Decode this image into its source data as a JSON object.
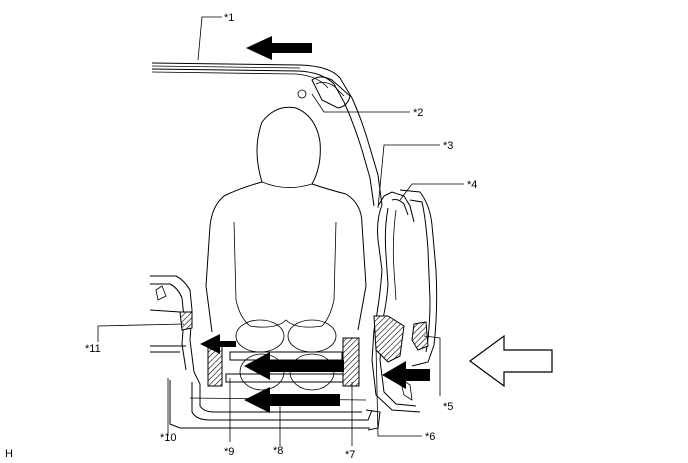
{
  "diagram": {
    "callouts": [
      {
        "id": "c1",
        "text": "*1"
      },
      {
        "id": "c2",
        "text": "*2"
      },
      {
        "id": "c3",
        "text": "*3"
      },
      {
        "id": "c4",
        "text": "*4"
      },
      {
        "id": "c5",
        "text": "*5"
      },
      {
        "id": "c6",
        "text": "*6"
      },
      {
        "id": "c7",
        "text": "*7"
      },
      {
        "id": "c8",
        "text": "*8"
      },
      {
        "id": "c9",
        "text": "*9"
      },
      {
        "id": "c10",
        "text": "*10"
      },
      {
        "id": "c11",
        "text": "*11"
      }
    ],
    "corner_mark": "H"
  }
}
